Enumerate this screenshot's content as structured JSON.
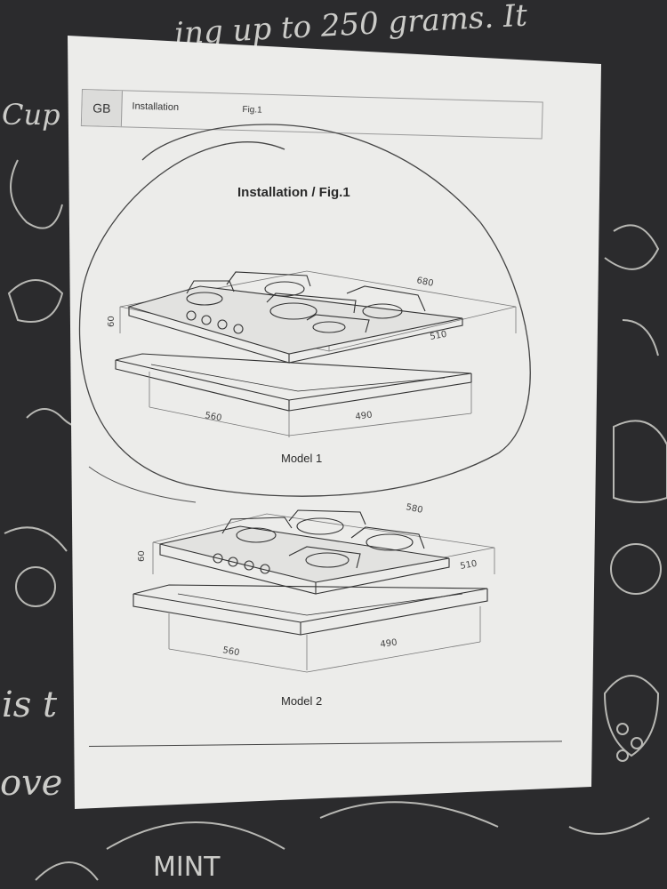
{
  "header": {
    "language_code": "GB",
    "section": "Installation",
    "figure": "Fig.1"
  },
  "document": {
    "title": "Installation / Fig.1",
    "models": [
      {
        "label": "Model 1",
        "dims": {
          "width": "680",
          "depth": "510",
          "height": "60",
          "cutout_width": "560",
          "cutout_depth": "490"
        }
      },
      {
        "label": "Model 2",
        "dims": {
          "width": "580",
          "depth": "510",
          "height": "60",
          "cutout_width": "560",
          "cutout_depth": "490"
        }
      }
    ]
  },
  "background": {
    "top_text": "ing up to 250 grams. It",
    "left_texts": [
      "Cup",
      "is t",
      "ove"
    ],
    "mint": "MINT"
  },
  "colors": {
    "paper": "#ececea",
    "backdrop": "#2b2b2d",
    "ink": "#2a2a2a"
  }
}
